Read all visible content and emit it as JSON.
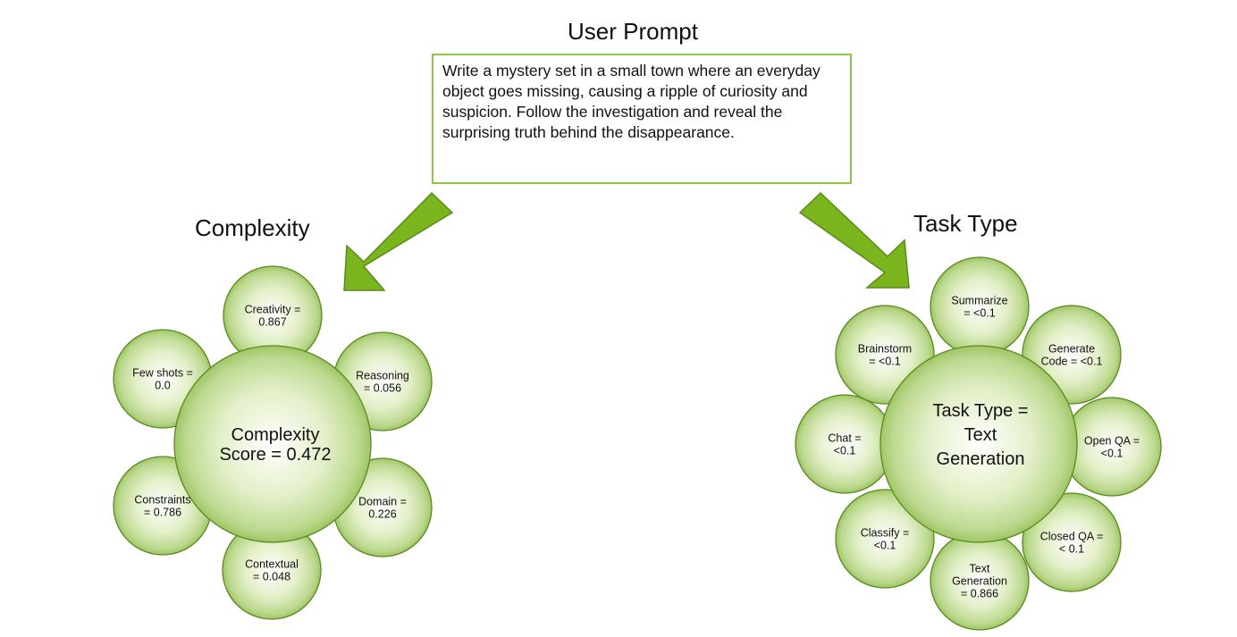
{
  "prompt": {
    "title": "User Prompt",
    "text": "Write a mystery set in a small town where an everyday object goes missing, causing a ripple of curiosity and suspicion. Follow the investigation and reveal the surprising truth behind the disappearance."
  },
  "complexity": {
    "title": "Complexity",
    "center": [
      "Complexity",
      "Score = 0.472"
    ],
    "satellites": [
      {
        "key": "creativity",
        "lines": [
          "Creativity =",
          "0.867"
        ]
      },
      {
        "key": "reasoning",
        "lines": [
          "Reasoning",
          "= 0.056"
        ]
      },
      {
        "key": "domain",
        "lines": [
          "Domain =",
          "0.226"
        ]
      },
      {
        "key": "contextual",
        "lines": [
          "Contextual",
          "= 0.048"
        ]
      },
      {
        "key": "constraints",
        "lines": [
          "Constraints",
          "= 0.786"
        ]
      },
      {
        "key": "few-shots",
        "lines": [
          "Few shots =",
          "0.0"
        ]
      }
    ]
  },
  "task_type": {
    "title": "Task Type",
    "center": [
      "Task Type =",
      "Text",
      "Generation"
    ],
    "satellites": [
      {
        "key": "summarize",
        "lines": [
          "Summarize",
          "= <0.1"
        ]
      },
      {
        "key": "generate-code",
        "lines": [
          "Generate",
          "Code = <0.1"
        ]
      },
      {
        "key": "open-qa",
        "lines": [
          "Open QA =",
          "<0.1"
        ]
      },
      {
        "key": "closed-qa",
        "lines": [
          "Closed QA =",
          "< 0.1"
        ]
      },
      {
        "key": "text-generation",
        "lines": [
          "Text",
          "Generation",
          "= 0.866"
        ]
      },
      {
        "key": "classify",
        "lines": [
          "Classify =",
          "<0.1"
        ]
      },
      {
        "key": "chat",
        "lines": [
          "Chat =",
          "<0.1"
        ]
      },
      {
        "key": "brainstorm",
        "lines": [
          "Brainstorm",
          "= <0.1"
        ]
      }
    ]
  },
  "colors": {
    "accent": "#8dc63f",
    "arrow_fill": "#7ab51d",
    "bubble_edge": "#5a8a1e",
    "bubble_light": "#ffffff",
    "bubble_mid": "#e3efc8",
    "bubble_dark": "#9fc666"
  }
}
